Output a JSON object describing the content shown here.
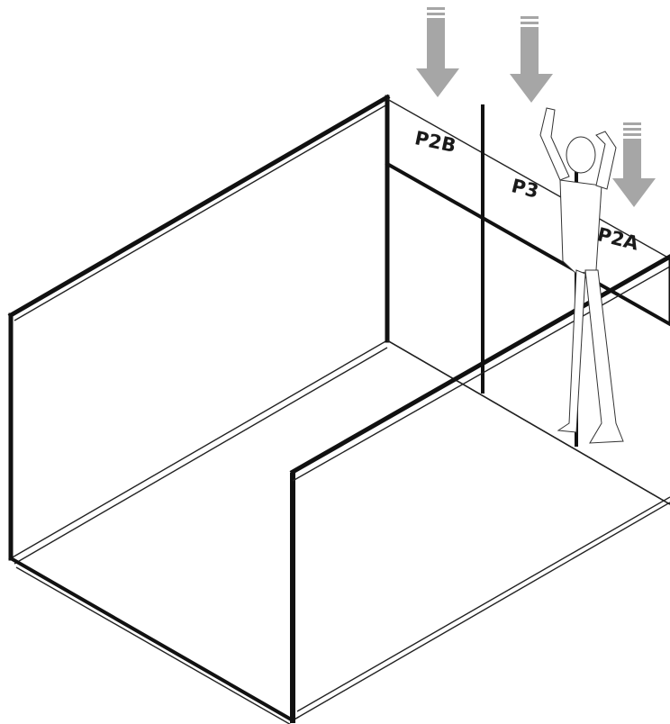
{
  "panels": [
    {
      "id": "P2B",
      "label": "P2B"
    },
    {
      "id": "P3",
      "label": "P3"
    },
    {
      "id": "P2A",
      "label": "P2A"
    }
  ],
  "colors": {
    "frame": "#111111",
    "arrow": "#a6a6a6",
    "background": "#ffffff"
  },
  "icons": [
    "down-arrow-icon",
    "person-figure"
  ]
}
